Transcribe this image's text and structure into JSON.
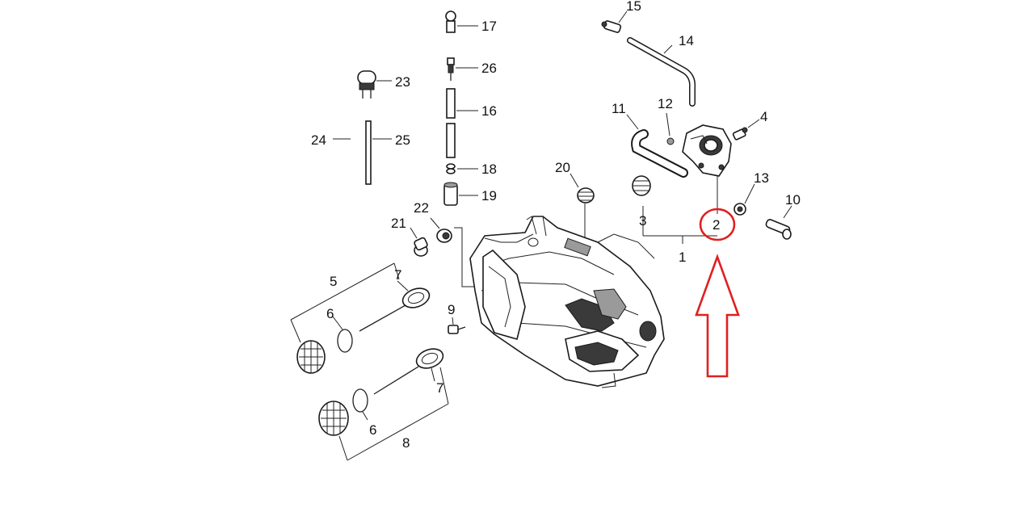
{
  "diagram": {
    "part_numbers": {
      "p1": "1",
      "p2": "2",
      "p3": "3",
      "p4": "4",
      "p5": "5",
      "p6a": "6",
      "p6b": "6",
      "p7a": "7",
      "p7b": "7",
      "p8": "8",
      "p9": "9",
      "p10": "10",
      "p11": "11",
      "p12": "12",
      "p13": "13",
      "p14": "14",
      "p15": "15",
      "p16": "16",
      "p17": "17",
      "p18": "18",
      "p19": "19",
      "p20": "20",
      "p21": "21",
      "p22": "22",
      "p23": "23",
      "p24": "24",
      "p25": "25",
      "p26": "26"
    },
    "highlight": {
      "target_part": "2",
      "color": "#e02020",
      "shapes": [
        "circle",
        "arrow"
      ]
    }
  }
}
